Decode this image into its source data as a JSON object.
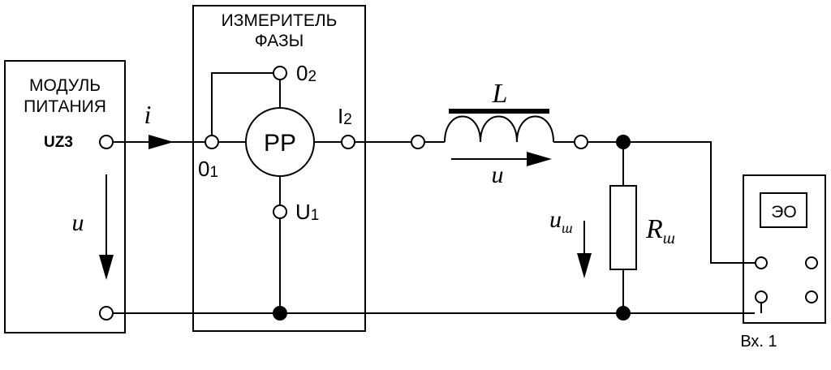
{
  "power_module": {
    "title_line1": "МОДУЛЬ",
    "title_line2": "ПИТАНИЯ",
    "id": "UZ3",
    "voltage_label": "u"
  },
  "current_label": "i",
  "phase_meter": {
    "title_line1": "ИЗМЕРИТЕЛЬ",
    "title_line2": "ФАЗЫ",
    "device": "PP",
    "terminal_o2": "0",
    "terminal_o2_sub": "2",
    "terminal_o1": "0",
    "terminal_o1_sub": "1",
    "terminal_i2": "I",
    "terminal_i2_sub": "2",
    "terminal_u1": "U",
    "terminal_u1_sub": "1"
  },
  "inductor": {
    "label": "L",
    "voltage_label": "u"
  },
  "shunt": {
    "label": "R",
    "label_sub": "ш",
    "voltage_label": "u",
    "voltage_label_sub": "ш"
  },
  "oscilloscope": {
    "label": "ЭО",
    "input_label": "Вх. 1"
  }
}
